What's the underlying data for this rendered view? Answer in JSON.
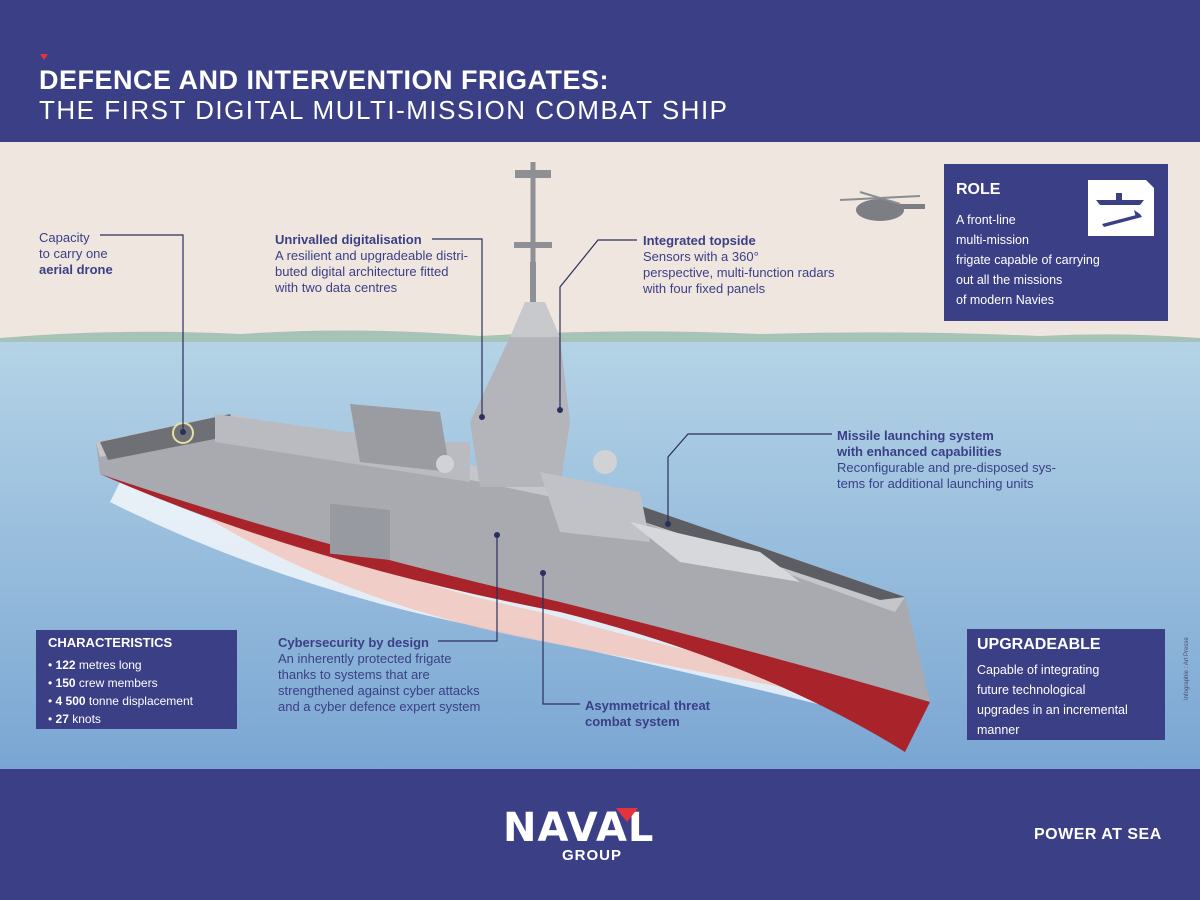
{
  "header": {
    "title_line1": "DEFENCE AND INTERVENTION FRIGATES:",
    "title_line2": "THE FIRST DIGITAL MULTI-MISSION COMBAT SHIP"
  },
  "callouts": {
    "drone": {
      "line1": "Capacity",
      "line2": "to carry one",
      "bold": "aerial drone"
    },
    "digital": {
      "heading": "Unrivalled digitalisation",
      "text_line1": "A resilient and upgradeable distri-",
      "text_line2": "buted digital architecture fitted",
      "text_line3": "with two data centres"
    },
    "topside": {
      "heading": "Integrated topside",
      "text_line1": "Sensors with a 360°",
      "text_line2": "perspective, multi-function radars",
      "text_line3": "with four fixed panels"
    },
    "missile": {
      "heading_line1": "Missile launching system",
      "heading_line2": "with enhanced capabilities",
      "text_line1": "Reconfigurable and pre-disposed sys-",
      "text_line2": "tems for additional launching units"
    },
    "cyber": {
      "heading": "Cybersecurity by design",
      "text_line1": "An inherently protected frigate",
      "text_line2": "thanks to systems that are",
      "text_line3": "strengthened against cyber attacks",
      "text_line4": "and a cyber defence expert system"
    },
    "threat": {
      "heading_line1": "Asymmetrical threat",
      "heading_line2": "combat system"
    }
  },
  "role": {
    "heading": "ROLE",
    "line1": "A front-line",
    "line2": "multi-mission",
    "line3": "frigate capable of carrying",
    "line4": "out all the missions",
    "line5": "of modern Navies"
  },
  "characteristics": {
    "heading": "CHARACTERISTICS",
    "items": [
      {
        "value": "122",
        "rest": " metres long"
      },
      {
        "value": "150",
        "rest": " crew members"
      },
      {
        "value": "4 500",
        "rest": " tonne displacement"
      },
      {
        "value": "27",
        "rest": " knots"
      }
    ]
  },
  "upgradeable": {
    "heading": "UPGRADEABLE",
    "line1": "Capable of integrating",
    "line2": "future technological",
    "line3": "upgrades in an incremental",
    "line4": "manner"
  },
  "credit": "Infographie : Art Presse",
  "footer": {
    "logo_word": "NAVAL",
    "logo_sub": "GROUP",
    "tagline": "POWER AT SEA"
  },
  "colors": {
    "navy": "#3a3f86",
    "accent_red": "#e3343d",
    "sky": "#efe6df",
    "sea": "#8fb6d9",
    "hull_grey": "#a8aab0",
    "hull_red": "#a8232a"
  }
}
